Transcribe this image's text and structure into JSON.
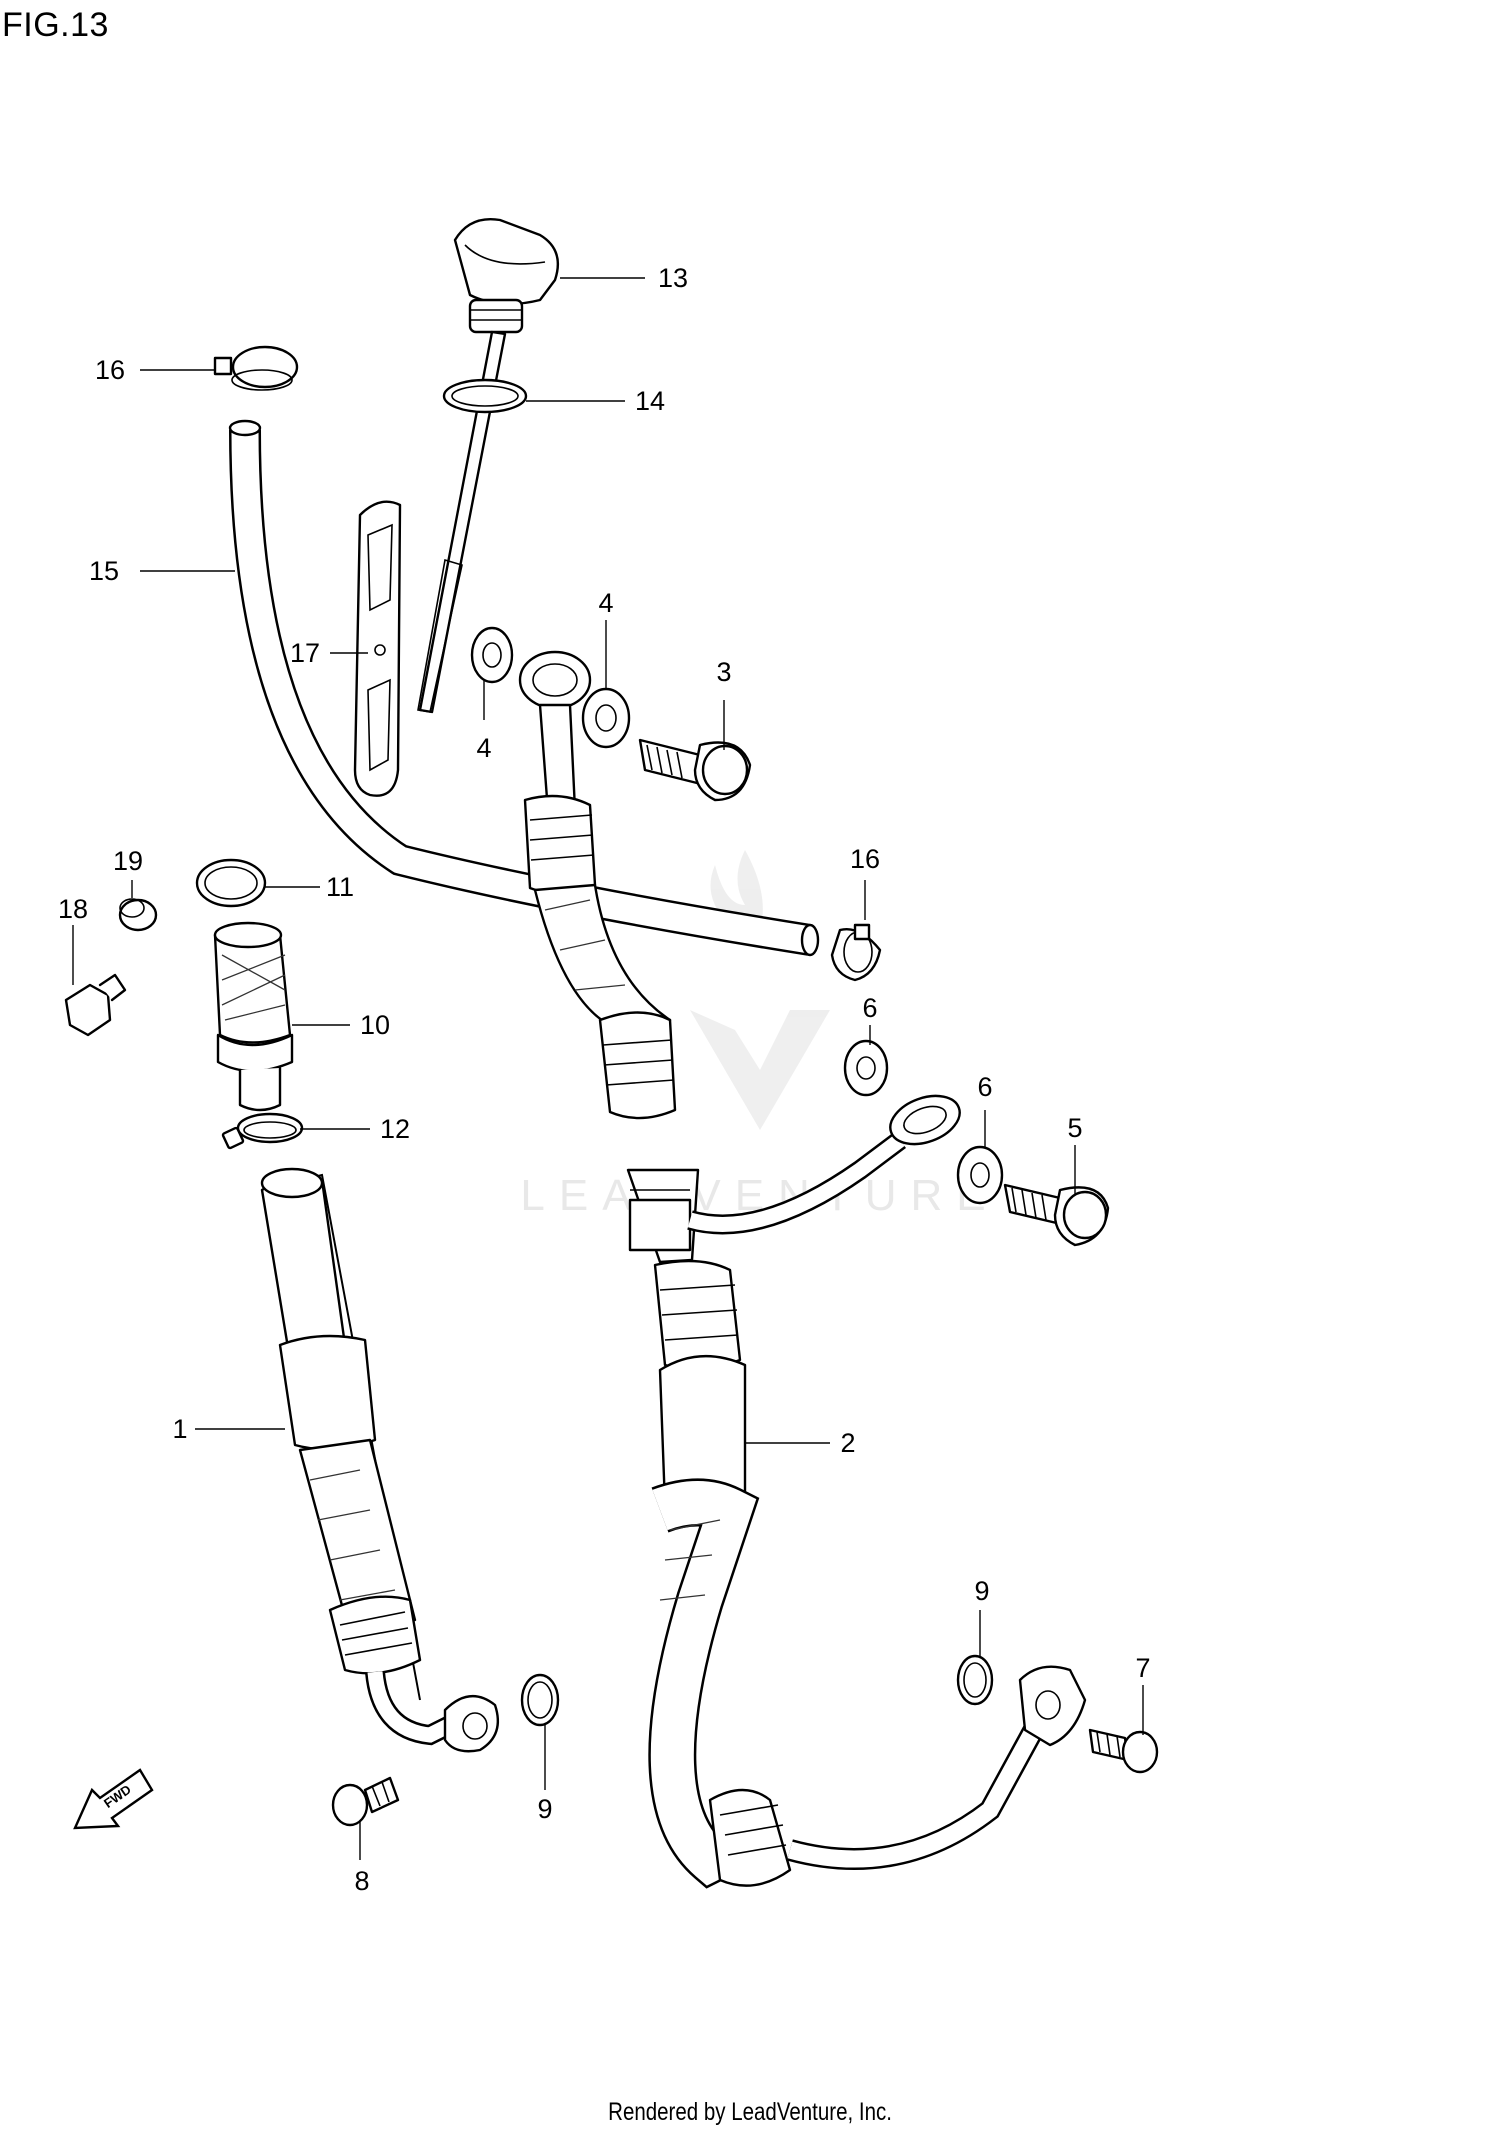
{
  "figure": {
    "title": "FIG.13"
  },
  "footer": {
    "text": "Rendered by LeadVenture, Inc."
  },
  "watermark": {
    "text": "LEADVENTURE",
    "color": "#e6e6e6"
  },
  "fwd_arrow": {
    "label": "FWD"
  },
  "callouts": [
    {
      "number": "1"
    },
    {
      "number": "2"
    },
    {
      "number": "3"
    },
    {
      "number": "4"
    },
    {
      "number": "4"
    },
    {
      "number": "5"
    },
    {
      "number": "6"
    },
    {
      "number": "6"
    },
    {
      "number": "7"
    },
    {
      "number": "8"
    },
    {
      "number": "9"
    },
    {
      "number": "9"
    },
    {
      "number": "10"
    },
    {
      "number": "11"
    },
    {
      "number": "12"
    },
    {
      "number": "13"
    },
    {
      "number": "14"
    },
    {
      "number": "15"
    },
    {
      "number": "16"
    },
    {
      "number": "16"
    },
    {
      "number": "17"
    },
    {
      "number": "18"
    },
    {
      "number": "19"
    }
  ]
}
